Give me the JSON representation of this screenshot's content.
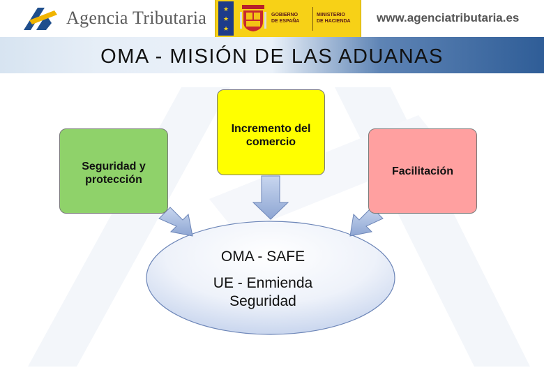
{
  "header": {
    "brand": "Agencia Tributaria",
    "gov_left_lines": [
      "GOBIERNO",
      "DE ESPAÑA"
    ],
    "gov_right_lines": [
      "MINISTERIO",
      "DE HACIENDA"
    ],
    "url": "www.agenciatributaria.es"
  },
  "title": "OMA - MISIÓN DE LAS ADUANAS",
  "diagram": {
    "inputs": [
      {
        "label": "Seguridad y protección",
        "color": "#8fd26a"
      },
      {
        "label": "Incremento del comercio",
        "color": "#ffff00"
      },
      {
        "label": "Facilitación",
        "color": "#ffa0a0"
      }
    ],
    "result": {
      "line1": "OMA - SAFE",
      "line2": "UE - Enmienda Seguridad"
    }
  },
  "colors": {
    "arrow": "#a8bde0",
    "title_bar_dark": "#2f5d97"
  }
}
